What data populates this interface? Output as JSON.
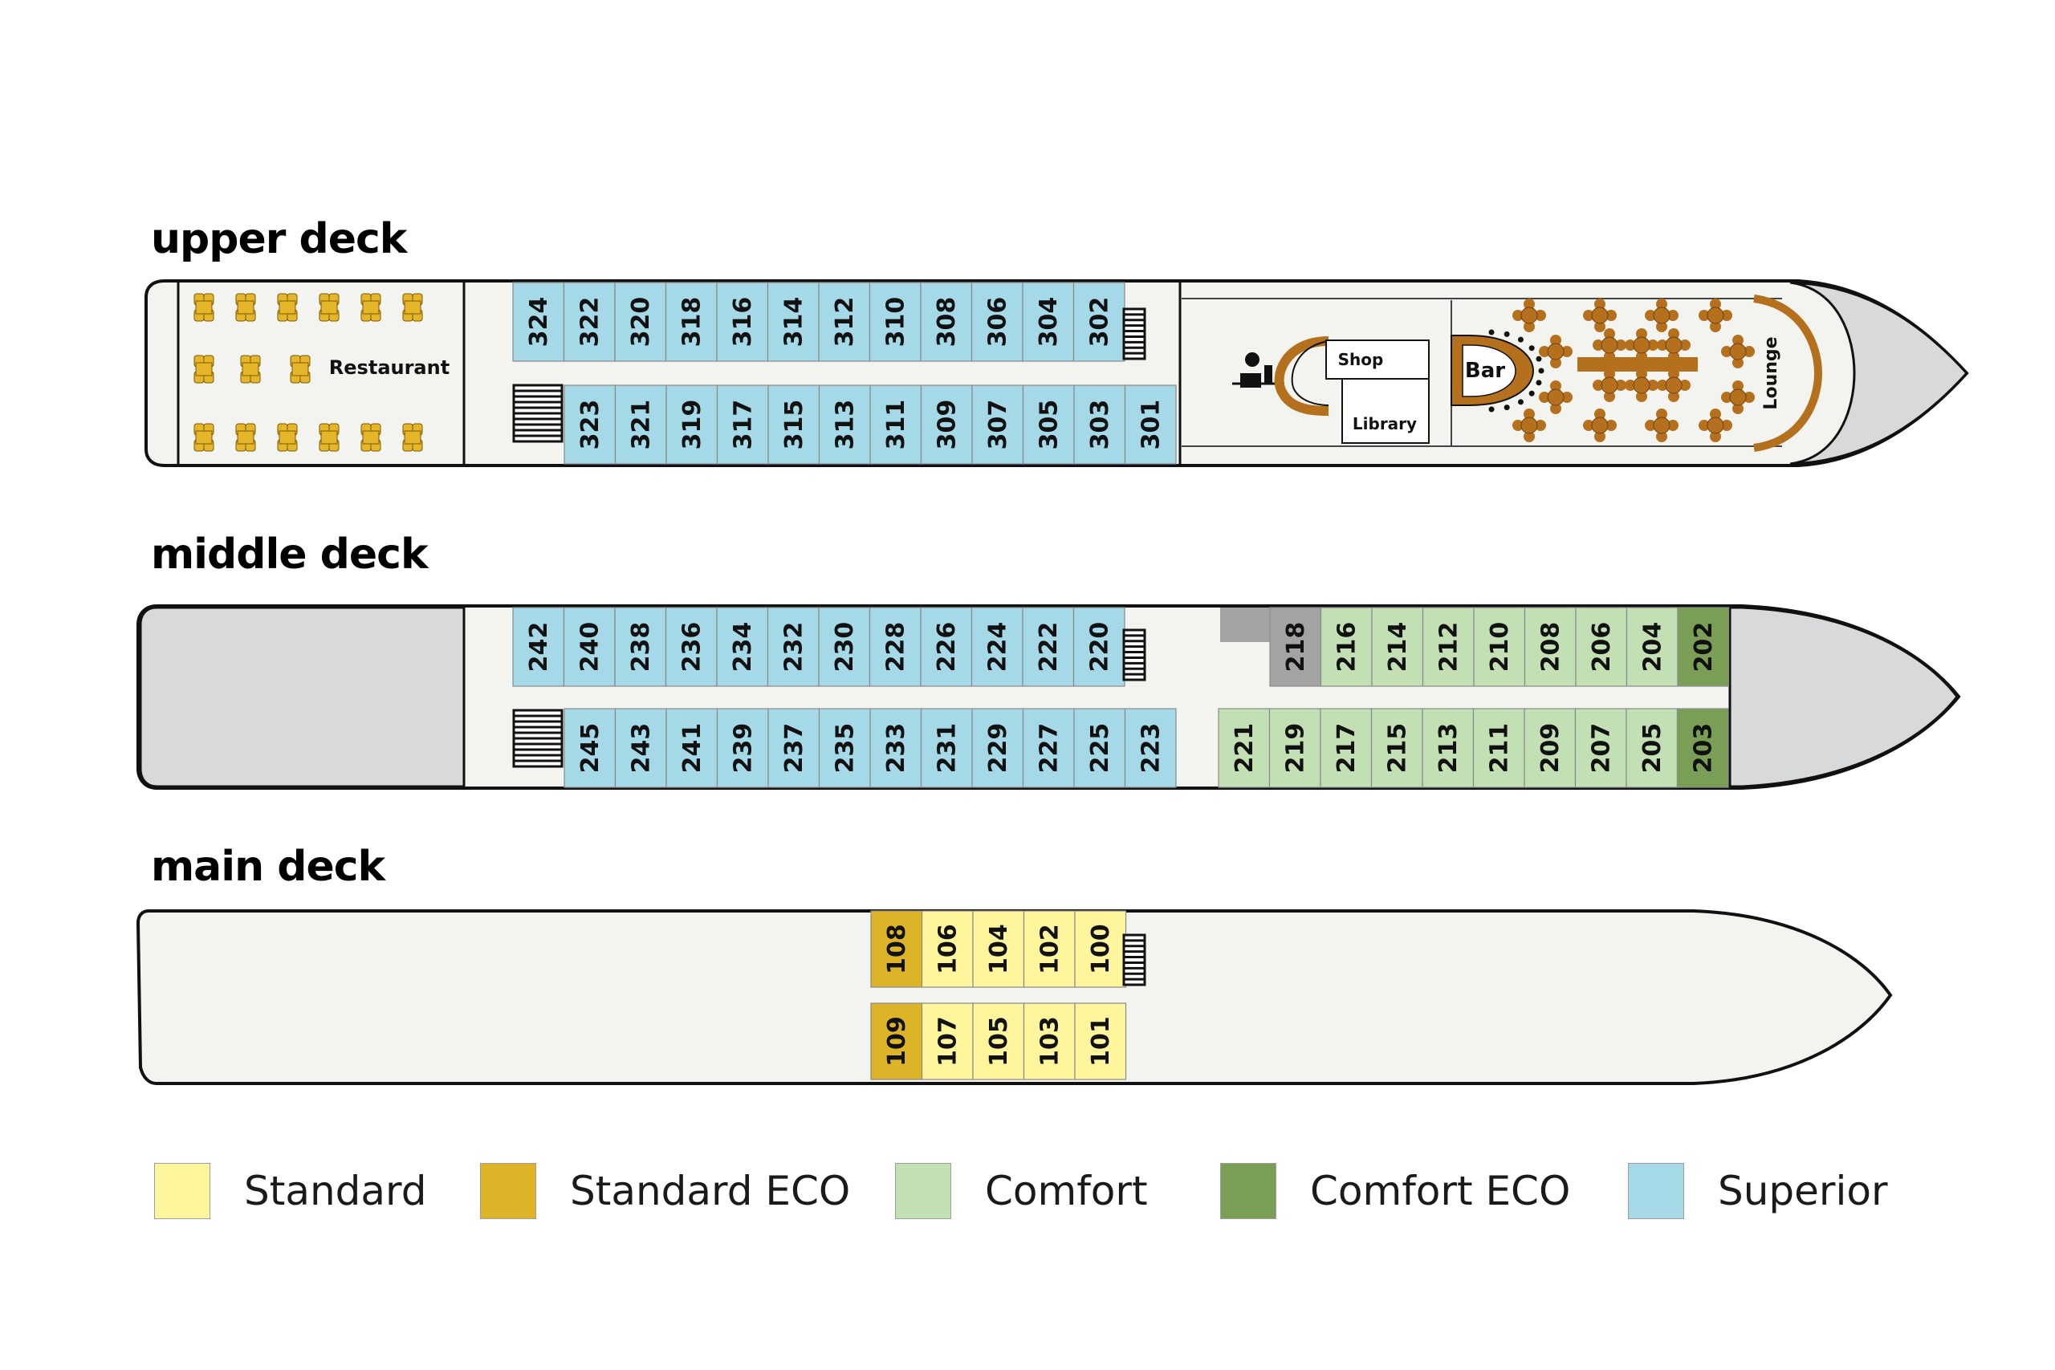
{
  "decks": {
    "upper": {
      "title": "upper deck",
      "cabins_top": [
        {
          "num": "324",
          "type": "superior"
        },
        {
          "num": "322",
          "type": "superior"
        },
        {
          "num": "320",
          "type": "superior"
        },
        {
          "num": "318",
          "type": "superior"
        },
        {
          "num": "316",
          "type": "superior"
        },
        {
          "num": "314",
          "type": "superior"
        },
        {
          "num": "312",
          "type": "superior"
        },
        {
          "num": "310",
          "type": "superior"
        },
        {
          "num": "308",
          "type": "superior"
        },
        {
          "num": "306",
          "type": "superior"
        },
        {
          "num": "304",
          "type": "superior"
        },
        {
          "num": "302",
          "type": "superior"
        }
      ],
      "cabins_bottom": [
        {
          "num": "323",
          "type": "superior"
        },
        {
          "num": "321",
          "type": "superior"
        },
        {
          "num": "319",
          "type": "superior"
        },
        {
          "num": "317",
          "type": "superior"
        },
        {
          "num": "315",
          "type": "superior"
        },
        {
          "num": "313",
          "type": "superior"
        },
        {
          "num": "311",
          "type": "superior"
        },
        {
          "num": "309",
          "type": "superior"
        },
        {
          "num": "307",
          "type": "superior"
        },
        {
          "num": "305",
          "type": "superior"
        },
        {
          "num": "303",
          "type": "superior"
        },
        {
          "num": "301",
          "type": "superior"
        }
      ],
      "restaurant_label": "Restaurant",
      "shop_label": "Shop",
      "library_label": "Library",
      "bar_label": "Bar",
      "lounge_label": "Lounge"
    },
    "middle": {
      "title": "middle deck",
      "cabins_top_aft": [
        {
          "num": "242",
          "type": "superior"
        },
        {
          "num": "240",
          "type": "superior"
        },
        {
          "num": "238",
          "type": "superior"
        },
        {
          "num": "236",
          "type": "superior"
        },
        {
          "num": "234",
          "type": "superior"
        },
        {
          "num": "232",
          "type": "superior"
        },
        {
          "num": "230",
          "type": "superior"
        },
        {
          "num": "228",
          "type": "superior"
        },
        {
          "num": "226",
          "type": "superior"
        },
        {
          "num": "224",
          "type": "superior"
        },
        {
          "num": "222",
          "type": "superior"
        },
        {
          "num": "220",
          "type": "superior"
        }
      ],
      "cabins_top_fwd": [
        {
          "num": "218",
          "type": "other"
        },
        {
          "num": "216",
          "type": "comfort"
        },
        {
          "num": "214",
          "type": "comfort"
        },
        {
          "num": "212",
          "type": "comfort"
        },
        {
          "num": "210",
          "type": "comfort"
        },
        {
          "num": "208",
          "type": "comfort"
        },
        {
          "num": "206",
          "type": "comfort"
        },
        {
          "num": "204",
          "type": "comfort"
        },
        {
          "num": "202",
          "type": "comfort_eco"
        }
      ],
      "cabins_bottom_aft": [
        {
          "num": "245",
          "type": "superior"
        },
        {
          "num": "243",
          "type": "superior"
        },
        {
          "num": "241",
          "type": "superior"
        },
        {
          "num": "239",
          "type": "superior"
        },
        {
          "num": "237",
          "type": "superior"
        },
        {
          "num": "235",
          "type": "superior"
        },
        {
          "num": "233",
          "type": "superior"
        },
        {
          "num": "231",
          "type": "superior"
        },
        {
          "num": "229",
          "type": "superior"
        },
        {
          "num": "227",
          "type": "superior"
        },
        {
          "num": "225",
          "type": "superior"
        },
        {
          "num": "223",
          "type": "superior"
        }
      ],
      "cabins_bottom_fwd": [
        {
          "num": "221",
          "type": "comfort"
        },
        {
          "num": "219",
          "type": "comfort"
        },
        {
          "num": "217",
          "type": "comfort"
        },
        {
          "num": "215",
          "type": "comfort"
        },
        {
          "num": "213",
          "type": "comfort"
        },
        {
          "num": "211",
          "type": "comfort"
        },
        {
          "num": "209",
          "type": "comfort"
        },
        {
          "num": "207",
          "type": "comfort"
        },
        {
          "num": "205",
          "type": "comfort"
        },
        {
          "num": "203",
          "type": "comfort_eco"
        }
      ]
    },
    "main": {
      "title": "main deck",
      "cabins_top": [
        {
          "num": "108",
          "type": "standard_eco"
        },
        {
          "num": "106",
          "type": "standard"
        },
        {
          "num": "104",
          "type": "standard"
        },
        {
          "num": "102",
          "type": "standard"
        },
        {
          "num": "100",
          "type": "standard"
        }
      ],
      "cabins_bottom": [
        {
          "num": "109",
          "type": "standard_eco"
        },
        {
          "num": "107",
          "type": "standard"
        },
        {
          "num": "105",
          "type": "standard"
        },
        {
          "num": "103",
          "type": "standard"
        },
        {
          "num": "101",
          "type": "standard"
        }
      ]
    }
  },
  "legend": [
    {
      "key": "standard",
      "label": "Standard",
      "color": "#fff59d"
    },
    {
      "key": "standard_eco",
      "label": "Standard ECO",
      "color": "#ddb427"
    },
    {
      "key": "comfort",
      "label": "Comfort",
      "color": "#c3e0b5"
    },
    {
      "key": "comfort_eco",
      "label": "Comfort ECO",
      "color": "#7a9e56"
    },
    {
      "key": "superior",
      "label": "Superior",
      "color": "#a6d9e8"
    }
  ],
  "colors": {
    "other": "#a3a3a3",
    "hull": "#f3f4ef",
    "bow": "#d8d9da",
    "furniture_yellow": "#e5b62a",
    "furniture_brown": "#b5701e"
  }
}
